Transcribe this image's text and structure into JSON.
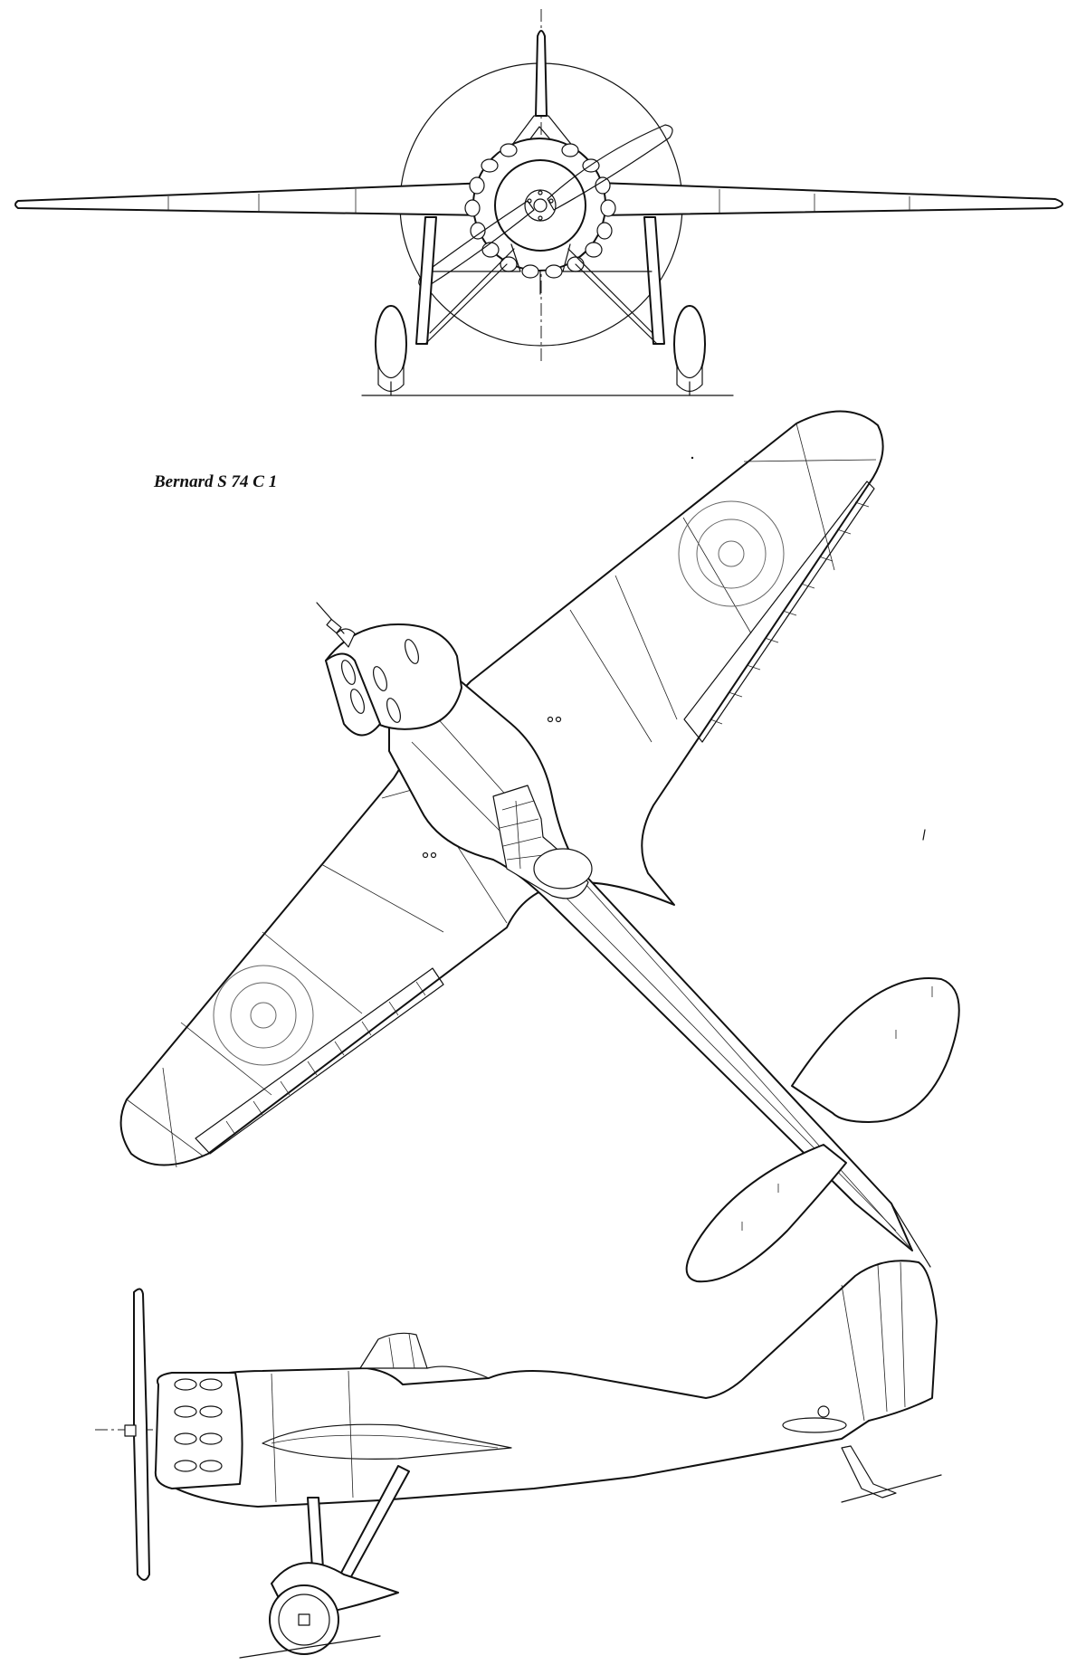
{
  "drawing": {
    "title": "Bernard S 74 C 1",
    "views": [
      {
        "name": "front-view"
      },
      {
        "name": "plan-view"
      },
      {
        "name": "side-view"
      }
    ],
    "line_color": "#111111",
    "background_color": "#ffffff"
  }
}
